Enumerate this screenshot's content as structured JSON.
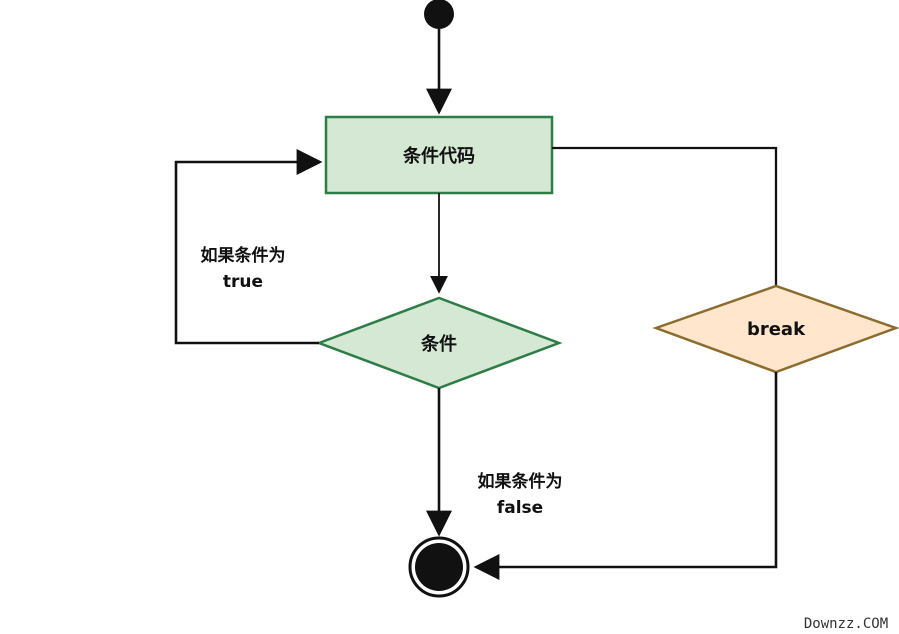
{
  "diagram": {
    "nodes": {
      "code_label": "条件代码",
      "condition_label": "条件",
      "break_label": "break"
    },
    "edges": {
      "true_label_line1": "如果条件为",
      "true_label_line2": "true",
      "false_label_line1": "如果条件为",
      "false_label_line2": "false"
    },
    "colors": {
      "code_fill": "#d5e8d4",
      "code_stroke": "#2d7d46",
      "condition_fill": "#d5e8d4",
      "condition_stroke": "#2d7d46",
      "break_fill": "#ffe6cc",
      "break_stroke": "#8a6d2f",
      "edge": "#111111"
    }
  },
  "watermark": "Downzz.COM"
}
